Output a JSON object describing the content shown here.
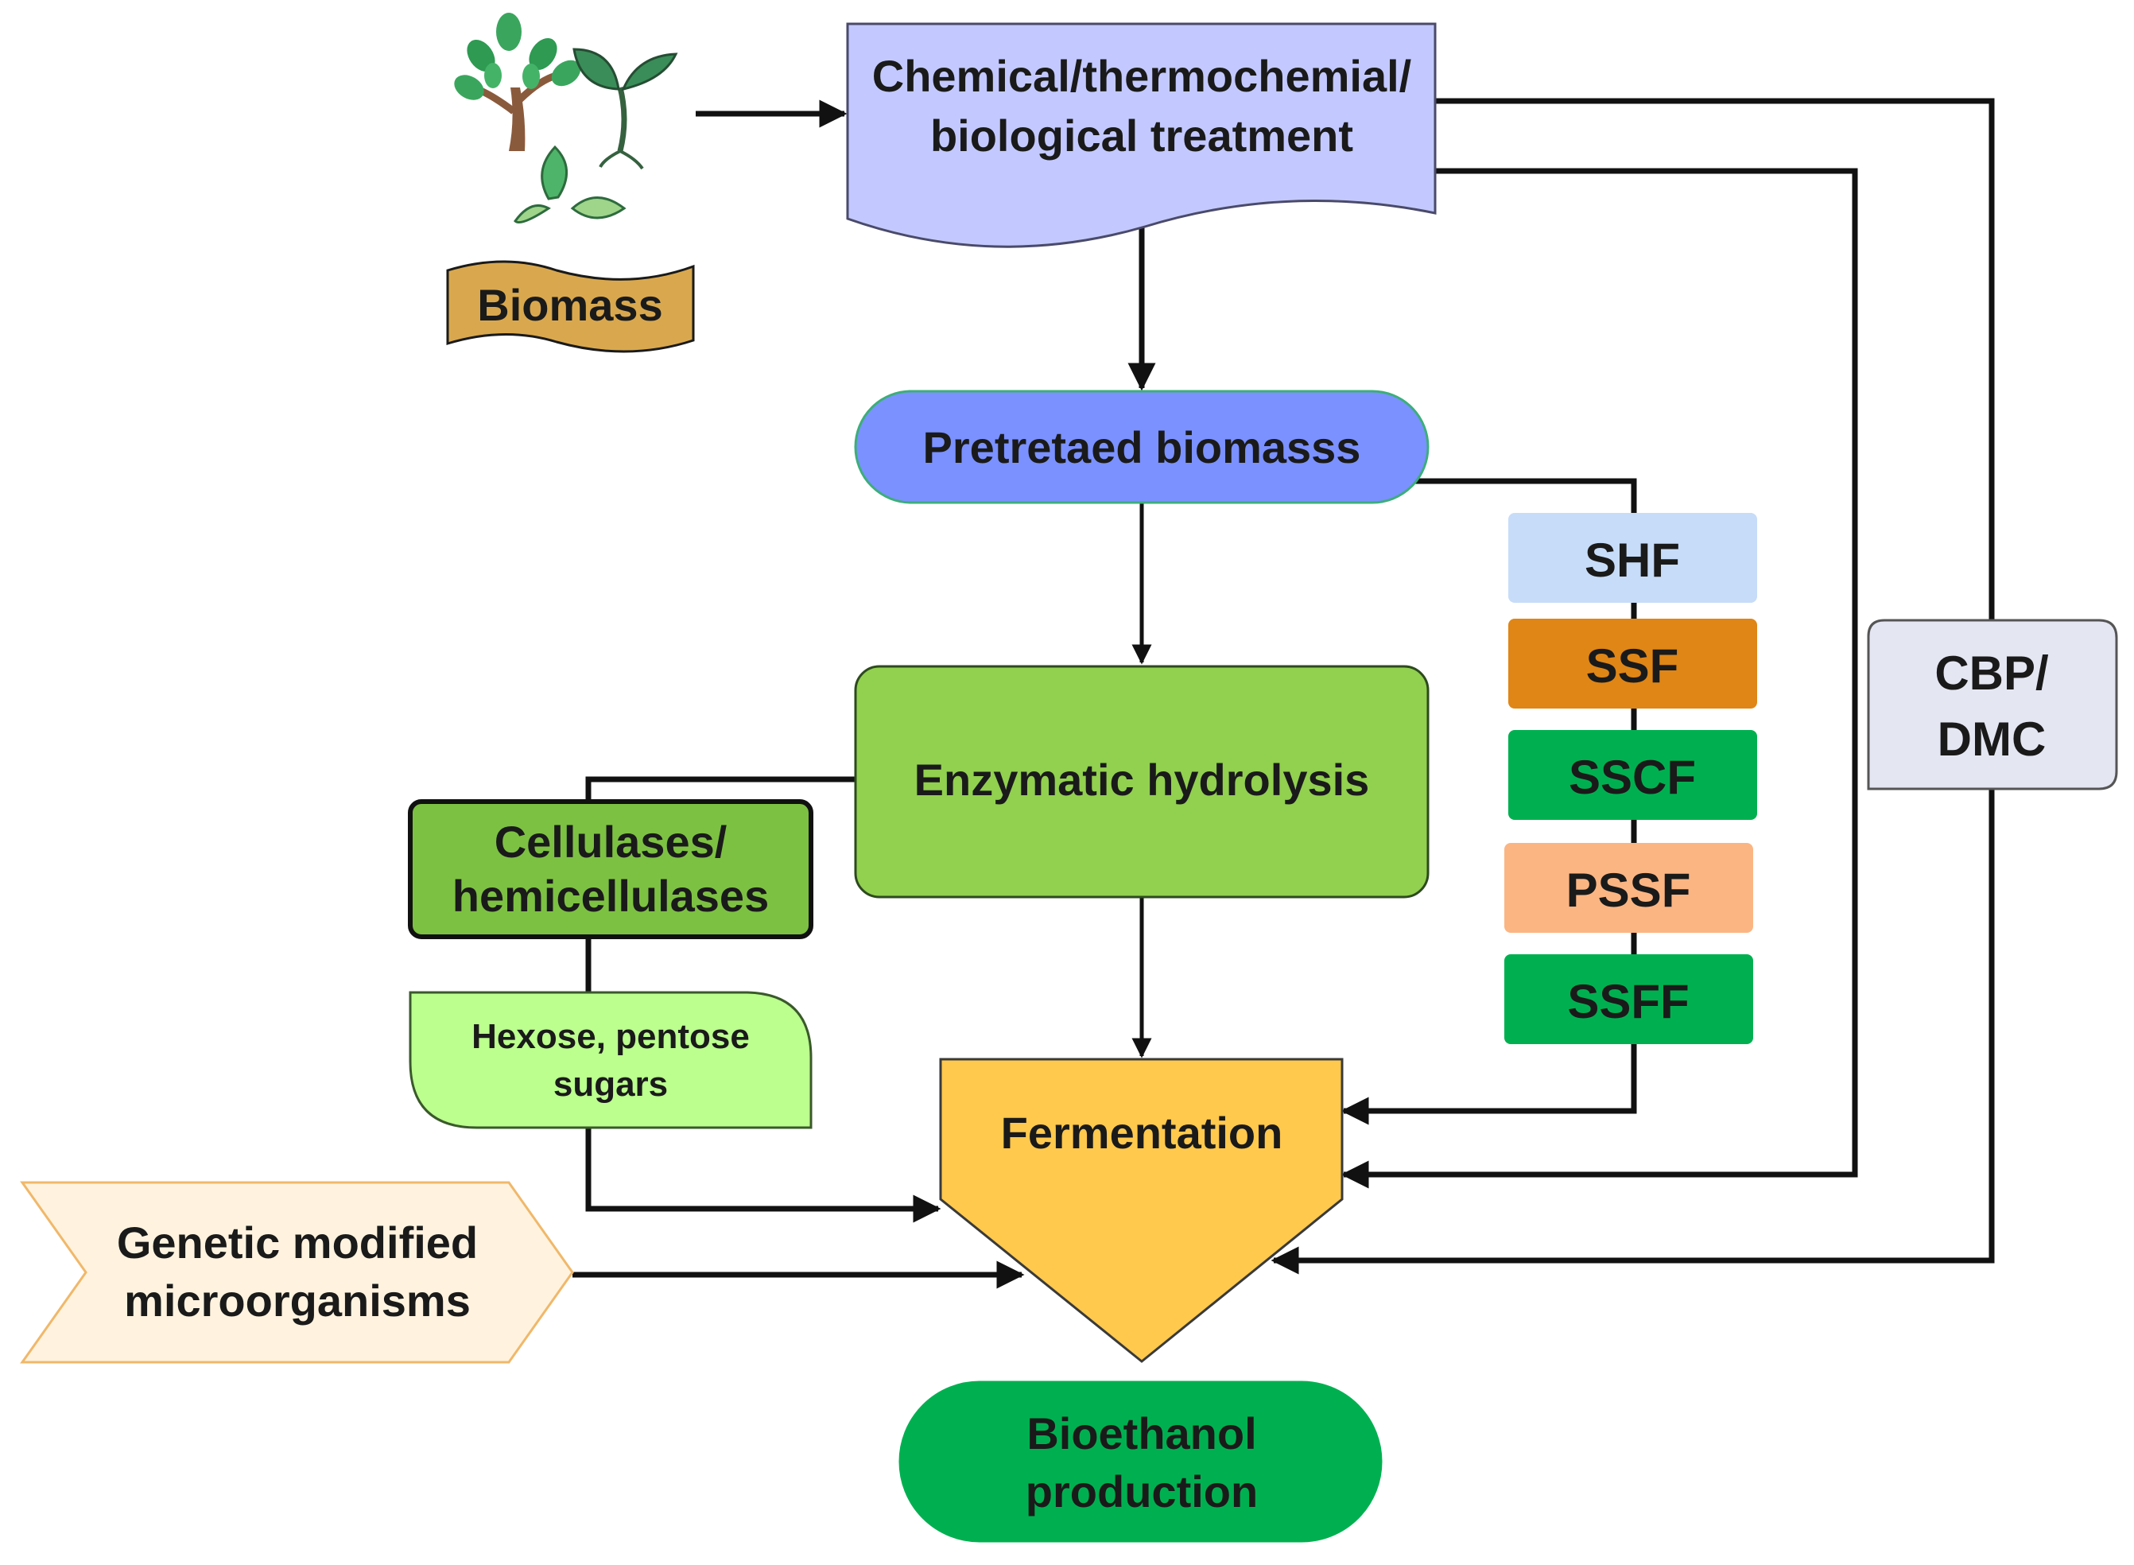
{
  "nodes": {
    "treatment": {
      "line1": "Chemical/thermochemial/",
      "line2": "biological treatment"
    },
    "biomass": {
      "label": "Biomass"
    },
    "pretreated": {
      "label": "Pretretaed biomasss"
    },
    "hydrolysis": {
      "label": "Enzymatic hydrolysis"
    },
    "enzymes": {
      "line1": "Cellulases/",
      "line2": "hemicellulases"
    },
    "sugars": {
      "line1": "Hexose, pentose",
      "line2": "sugars"
    },
    "gmo": {
      "line1": "Genetic modified",
      "line2": "microorganisms"
    },
    "fermentation": {
      "label": "Fermentation"
    },
    "bioethanol": {
      "line1": "Bioethanol",
      "line2": "production"
    },
    "cbp": {
      "line1": "CBP/",
      "line2": "DMC"
    }
  },
  "processes": [
    "SHF",
    "SSF",
    "SSCF",
    "PSSF",
    "SSFF"
  ],
  "icons": [
    "tree-icon",
    "sprout-icon",
    "leaves-icon"
  ],
  "colors": {
    "treatment": "#c3c9ff",
    "biomass": "#d9a84e",
    "pretreated": "#7b91ff",
    "hydrolysis": "#92d050",
    "enzymes": "#7dc143",
    "sugars": "#bcff8f",
    "gmo": "#fff3df",
    "fermentation": "#ffc94d",
    "bioethanol": "#00b050",
    "cbp": "#e4e6f2",
    "SHF": "#c7dcf8",
    "SSF": "#df8617",
    "SSCF": "#00b050",
    "PSSF": "#fbb583",
    "SSFF": "#00b050"
  }
}
